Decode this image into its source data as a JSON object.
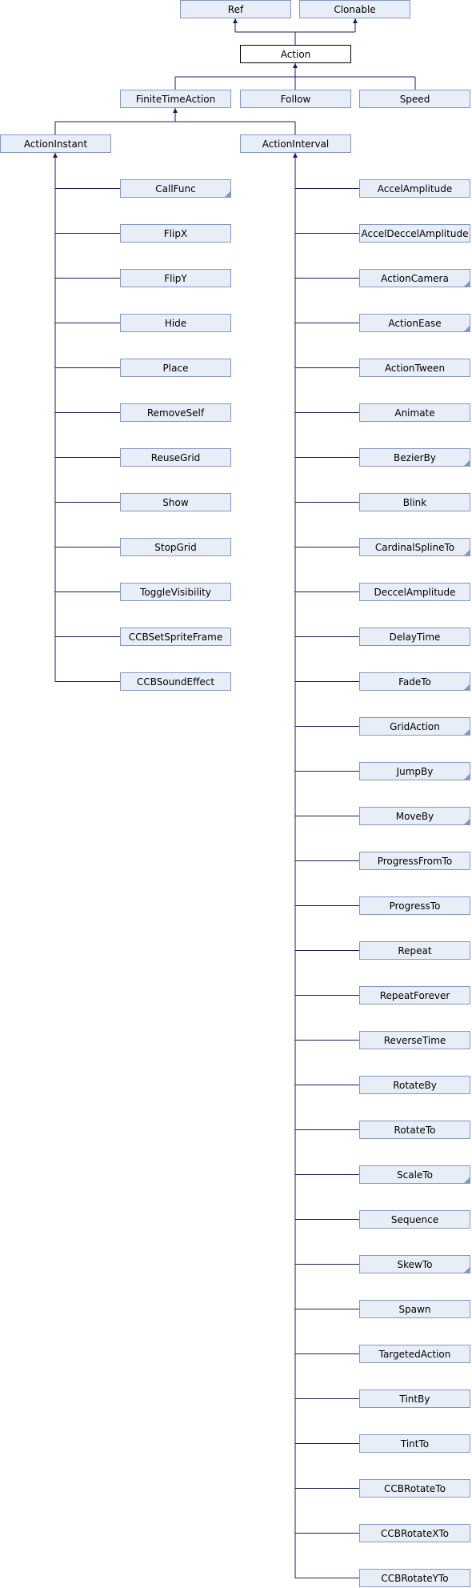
{
  "colors": {
    "edge": "#191970",
    "node_fill": "#e8eef7",
    "node_border": "#8497c4",
    "root_border": "#000000"
  },
  "nodes": {
    "ref": {
      "label": "Ref"
    },
    "clonable": {
      "label": "Clonable"
    },
    "action": {
      "label": "Action"
    },
    "finite_time_action": {
      "label": "FiniteTimeAction"
    },
    "follow": {
      "label": "Follow"
    },
    "speed": {
      "label": "Speed"
    },
    "action_instant": {
      "label": "ActionInstant"
    },
    "action_interval": {
      "label": "ActionInterval"
    },
    "instant_children": [
      {
        "label": "CallFunc",
        "more": true
      },
      {
        "label": "FlipX",
        "more": false
      },
      {
        "label": "FlipY",
        "more": false
      },
      {
        "label": "Hide",
        "more": false
      },
      {
        "label": "Place",
        "more": false
      },
      {
        "label": "RemoveSelf",
        "more": false
      },
      {
        "label": "ReuseGrid",
        "more": false
      },
      {
        "label": "Show",
        "more": false
      },
      {
        "label": "StopGrid",
        "more": false
      },
      {
        "label": "ToggleVisibility",
        "more": false
      },
      {
        "label": "CCBSetSpriteFrame",
        "more": false
      },
      {
        "label": "CCBSoundEffect",
        "more": false
      }
    ],
    "interval_children": [
      {
        "label": "AccelAmplitude",
        "more": false
      },
      {
        "label": "AccelDeccelAmplitude",
        "more": false
      },
      {
        "label": "ActionCamera",
        "more": true
      },
      {
        "label": "ActionEase",
        "more": true
      },
      {
        "label": "ActionTween",
        "more": false
      },
      {
        "label": "Animate",
        "more": false
      },
      {
        "label": "BezierBy",
        "more": true
      },
      {
        "label": "Blink",
        "more": false
      },
      {
        "label": "CardinalSplineTo",
        "more": true
      },
      {
        "label": "DeccelAmplitude",
        "more": false
      },
      {
        "label": "DelayTime",
        "more": false
      },
      {
        "label": "FadeTo",
        "more": true
      },
      {
        "label": "GridAction",
        "more": true
      },
      {
        "label": "JumpBy",
        "more": true
      },
      {
        "label": "MoveBy",
        "more": true
      },
      {
        "label": "ProgressFromTo",
        "more": false
      },
      {
        "label": "ProgressTo",
        "more": false
      },
      {
        "label": "Repeat",
        "more": false
      },
      {
        "label": "RepeatForever",
        "more": false
      },
      {
        "label": "ReverseTime",
        "more": false
      },
      {
        "label": "RotateBy",
        "more": false
      },
      {
        "label": "RotateTo",
        "more": false
      },
      {
        "label": "ScaleTo",
        "more": true
      },
      {
        "label": "Sequence",
        "more": false
      },
      {
        "label": "SkewTo",
        "more": true
      },
      {
        "label": "Spawn",
        "more": false
      },
      {
        "label": "TargetedAction",
        "more": false
      },
      {
        "label": "TintBy",
        "more": false
      },
      {
        "label": "TintTo",
        "more": false
      },
      {
        "label": "CCBRotateTo",
        "more": false
      },
      {
        "label": "CCBRotateXTo",
        "more": false
      },
      {
        "label": "CCBRotateYTo",
        "more": false
      }
    ]
  }
}
